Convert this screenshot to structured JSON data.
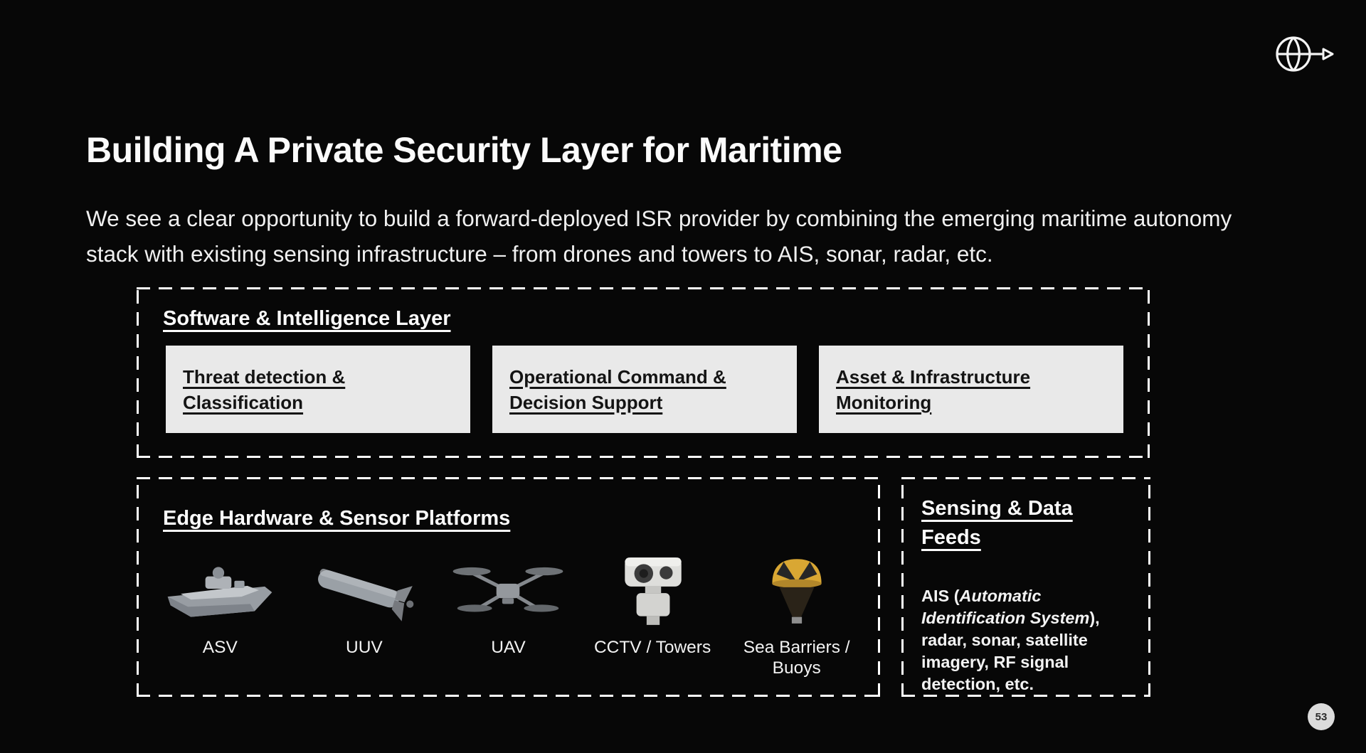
{
  "slide": {
    "title": "Building A Private Security Layer for Maritime",
    "subtitle": "We see a clear opportunity to build a forward-deployed ISR provider by combining the emerging maritime autonomy stack with existing sensing infrastructure – from drones and towers to AIS, sonar, radar, etc.",
    "page_number": "53",
    "logo_icon": "orbit-arrow-logo-icon"
  },
  "software_layer": {
    "heading": "Software & Intelligence Layer",
    "cards": [
      {
        "label": "Threat detection & Classification"
      },
      {
        "label": "Operational Command & Decision Support"
      },
      {
        "label": "Asset & Infrastructure Monitoring"
      }
    ]
  },
  "hardware_layer": {
    "heading": "Edge Hardware & Sensor Platforms",
    "platforms": [
      {
        "label": "ASV",
        "icon": "asv-boat-icon"
      },
      {
        "label": "UUV",
        "icon": "uuv-torpedo-icon"
      },
      {
        "label": "UAV",
        "icon": "uav-drone-icon"
      },
      {
        "label": "CCTV / Towers",
        "icon": "cctv-camera-icon"
      },
      {
        "label": "Sea Barriers / Buoys",
        "icon": "sea-buoy-icon"
      }
    ]
  },
  "sensing_feeds": {
    "heading": "Sensing & Data Feeds",
    "body_prefix": "AIS (",
    "body_italic": "Automatic Identification System",
    "body_suffix": "), radar, sonar, satellite imagery, RF signal detection, etc."
  },
  "colors": {
    "background": "#070707",
    "card_background": "#e9e9e9",
    "text_light": "#f4f4f4",
    "text_dark": "#141414",
    "dash_border": "#fdfdfd",
    "buoy_yellow": "#d9a733"
  }
}
